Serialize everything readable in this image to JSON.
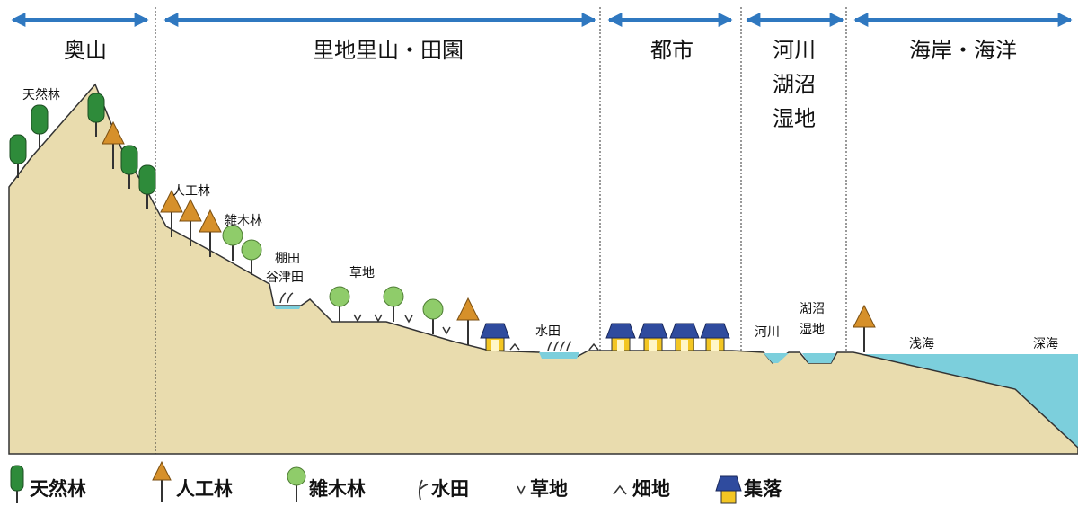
{
  "zones": [
    {
      "key": "okuyama",
      "lines": [
        "奥山"
      ]
    },
    {
      "key": "satochi",
      "lines": [
        "里地里山・田園"
      ]
    },
    {
      "key": "toshi",
      "lines": [
        "都市"
      ]
    },
    {
      "key": "kasen",
      "lines": [
        "河川",
        "湖沼",
        "湿地"
      ]
    },
    {
      "key": "kaigan",
      "lines": [
        "海岸・海洋"
      ]
    }
  ],
  "labels": {
    "tennenrin": "天然林",
    "jinkourin": "人工林",
    "zoukibayashi": "雑木林",
    "tanada": "棚田",
    "yatsuda": "谷津田",
    "souchi": "草地",
    "suiden": "水田",
    "kasen": "河川",
    "koshou": "湖沼",
    "shicchi": "湿地",
    "senkai": "浅海",
    "shinkai": "深海"
  },
  "legend": [
    {
      "icon": "natural-forest-tree-icon",
      "label": "天然林"
    },
    {
      "icon": "planted-forest-tree-icon",
      "label": "人工林"
    },
    {
      "icon": "coppice-tree-icon",
      "label": "雑木林"
    },
    {
      "icon": "rice-paddy-icon",
      "label": "水田"
    },
    {
      "icon": "grassland-icon",
      "label": "草地"
    },
    {
      "icon": "field-icon",
      "label": "畑地"
    },
    {
      "icon": "settlement-house-icon",
      "label": "集落"
    }
  ],
  "colors": {
    "land": "#e9dcae",
    "sea": "#7ccfdc",
    "arrow": "#2f78c0",
    "natural_forest": "#2e8b3a",
    "planted_forest": "#d6902a",
    "coppice": "#8fcc6a",
    "roof": "#2f4b9e",
    "house_wall": "#f3c623"
  }
}
